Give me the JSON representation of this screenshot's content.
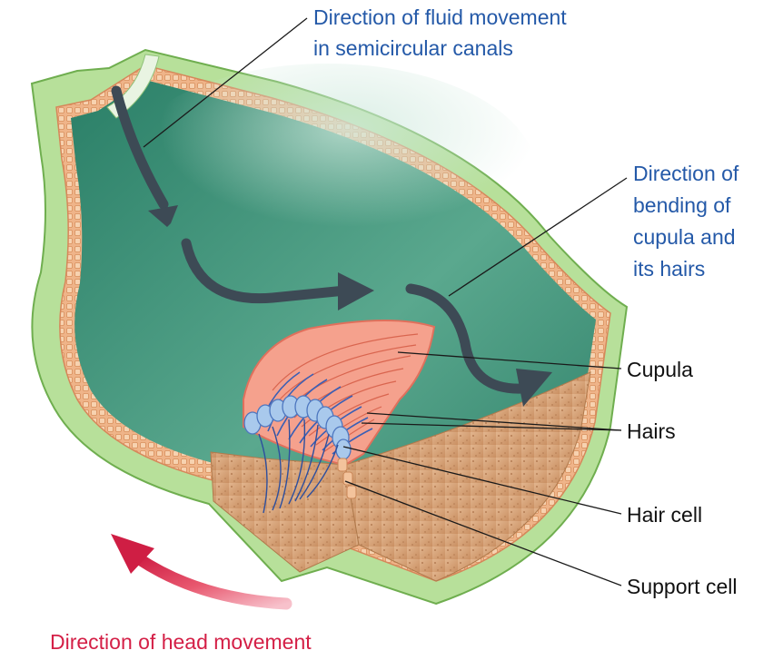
{
  "labels": {
    "fluid_line1": "Direction of fluid movement",
    "fluid_line2": "in semicircular canals",
    "bending_line1": "Direction of",
    "bending_line2": "bending of",
    "bending_line3": "cupula and",
    "bending_line4": "its hairs",
    "cupula": "Cupula",
    "hairs": "Hairs",
    "hair_cell": "Hair cell",
    "support_cell": "Support cell",
    "head_movement": "Direction of head movement"
  },
  "colors": {
    "blue_label": "#2459a8",
    "red_label": "#d41f46",
    "fluid": "#2f8a6e",
    "wall_green": "#a9d98a",
    "epithelium": "#e9a977",
    "cupula": "#f08f78",
    "hair": "#3a5fb5",
    "arrow_dark": "#3d4a55"
  }
}
